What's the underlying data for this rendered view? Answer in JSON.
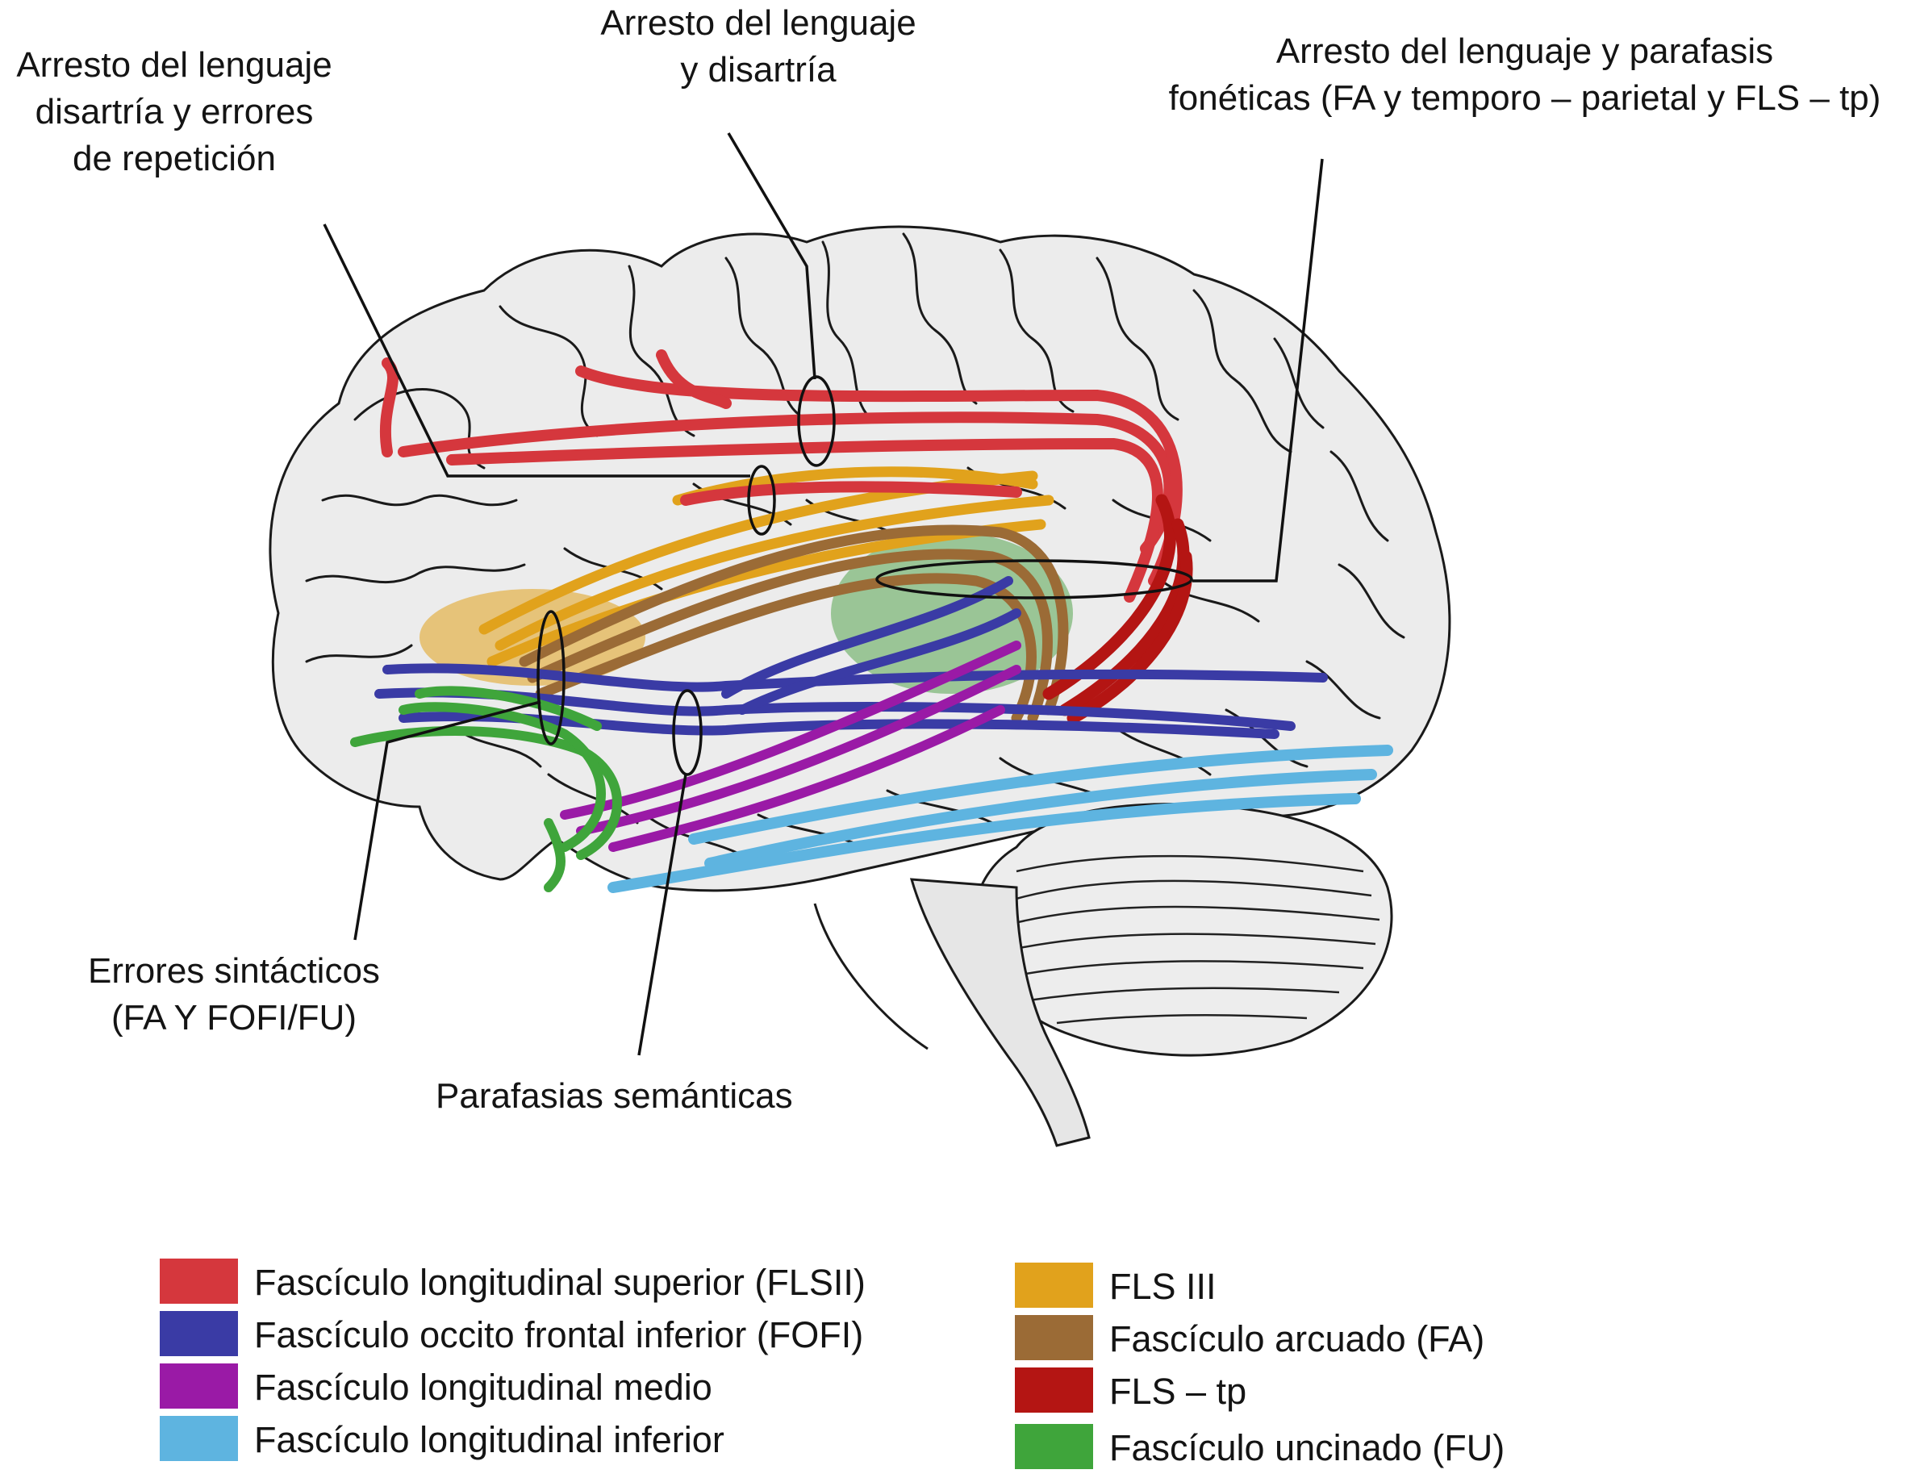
{
  "annotations": {
    "top_left": [
      "Arresto del lenguaje",
      "disartría y errores",
      "de repetición"
    ],
    "top_center": [
      "Arresto del lenguaje",
      "y disartría"
    ],
    "top_right": [
      "Arresto del lenguaje y parafasis",
      "fonéticas (FA y temporo – parietal y FLS – tp)"
    ],
    "bottom_left": [
      "Errores sintácticos",
      "(FA Y FOFI/FU)"
    ],
    "bottom_center": [
      "Parafasias semánticas"
    ]
  },
  "legend": [
    {
      "label": "Fascículo longitudinal superior (FLSII)",
      "color": "#d5373d"
    },
    {
      "label": "Fascículo occito frontal inferior (FOFI)",
      "color": "#3a3ba5"
    },
    {
      "label": "Fascículo longitudinal medio",
      "color": "#9a1aa6"
    },
    {
      "label": "Fascículo longitudinal inferior",
      "color": "#5eb4e0"
    },
    {
      "label": "FLS III",
      "color": "#e1a21c"
    },
    {
      "label": "Fascículo arcuado (FA)",
      "color": "#9b6b36"
    },
    {
      "label": "FLS – tp",
      "color": "#b41513"
    },
    {
      "label": "Fascículo uncinado (FU)",
      "color": "#3fa53b"
    }
  ],
  "colors": {
    "flsii": "#d5373d",
    "fofi": "#3a3ba5",
    "medio": "#9a1aa6",
    "inferior": "#5eb4e0",
    "fls3": "#e1a21c",
    "arcuado": "#9b6b36",
    "flstp": "#b41513",
    "uncinado": "#3fa53b",
    "brain": "#ececec",
    "gyri": "#1a1a1a",
    "insula": "#7fb87a"
  }
}
